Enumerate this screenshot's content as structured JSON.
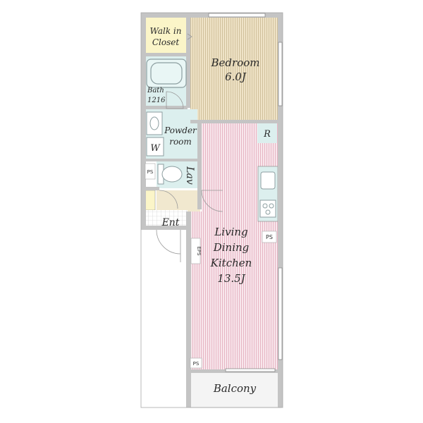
{
  "rooms": {
    "walk_in_closet": {
      "line1": "Walk in",
      "line2": "Closet"
    },
    "bedroom": {
      "name": "Bedroom",
      "size": "6.0J"
    },
    "bath": {
      "line1": "Bath",
      "line2": "1216"
    },
    "powder_room": {
      "line1": "Powder",
      "line2": "room"
    },
    "washer": "W",
    "lavatory": "Lav",
    "entrance": "Ent",
    "ldk": {
      "line1": "Living",
      "line2": "Dining",
      "line3": "Kitchen",
      "size": "13.5J"
    },
    "refrigerator": "R",
    "balcony": "Balcony"
  },
  "tags": {
    "ps_left": "PS",
    "ps_kitchen": "PS",
    "ps_bottom": "PS",
    "eps": "EPS"
  },
  "colors": {
    "bedroom_floor": "#e9dcc0",
    "ldk_floor": "#f6dfe6",
    "wet_area": "#dcefee",
    "closet": "#fbf5c8",
    "wall": "#bfbfbf"
  }
}
